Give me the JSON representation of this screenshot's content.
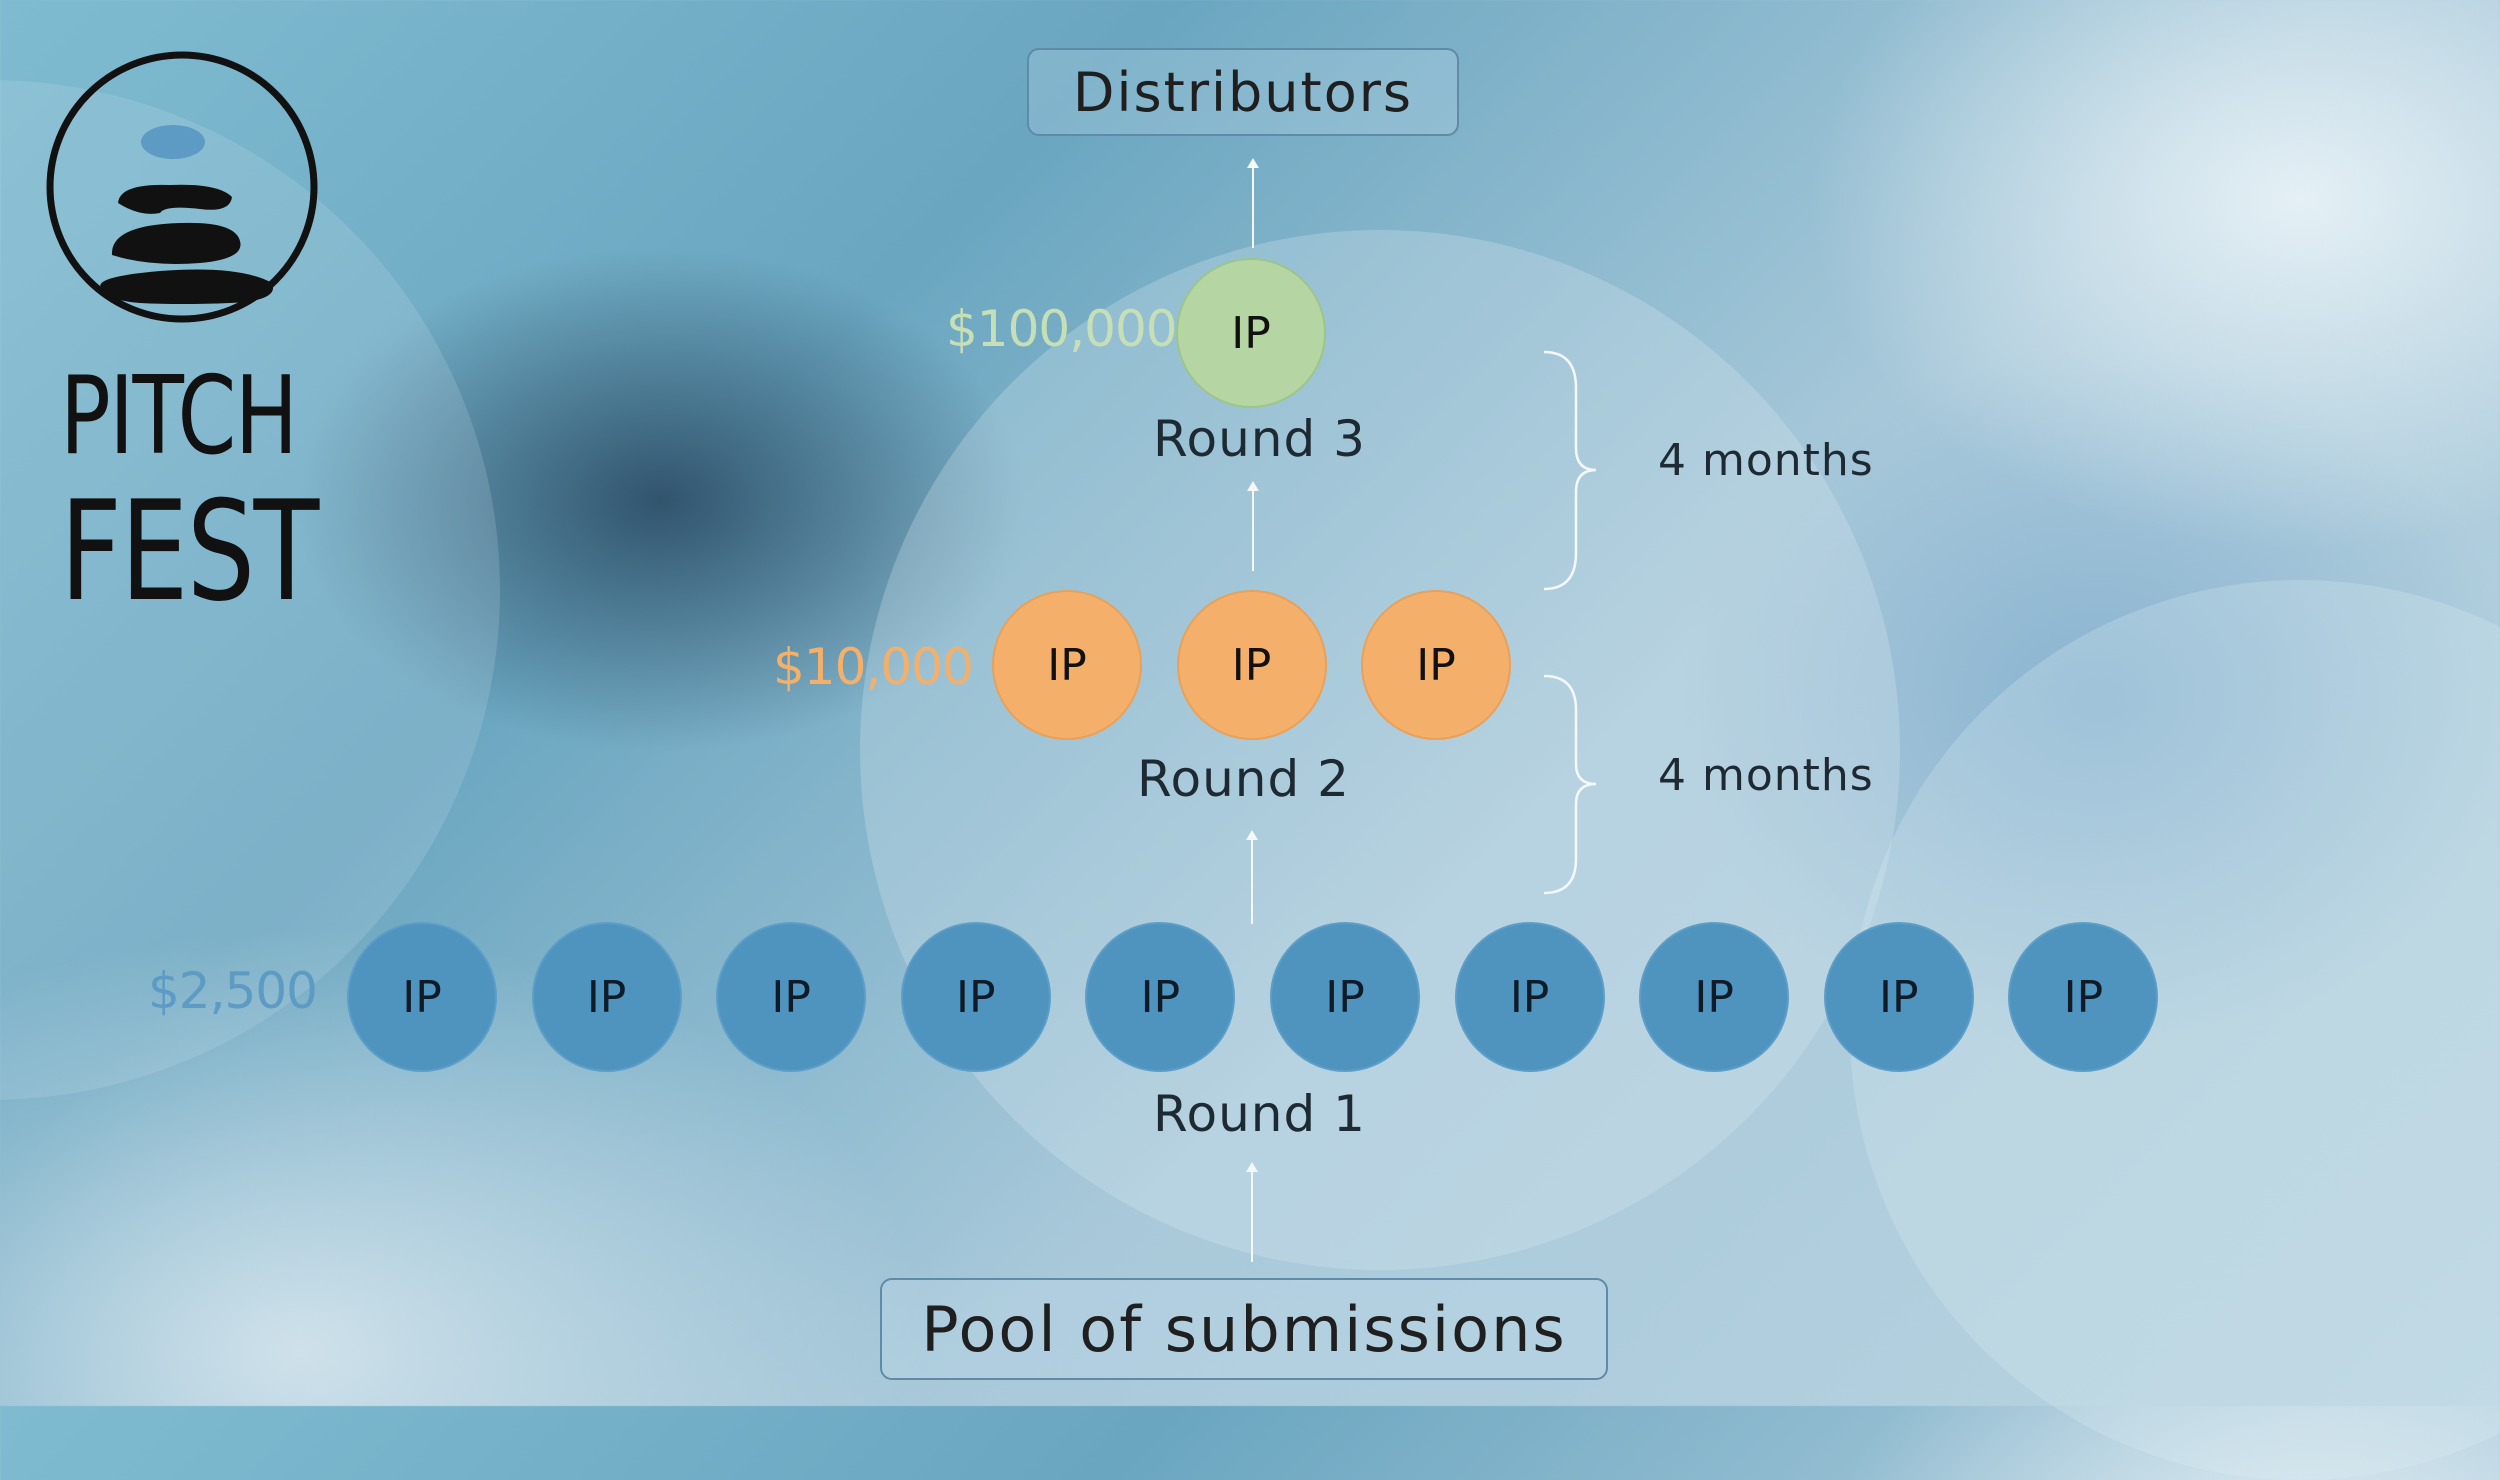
{
  "logo": {
    "line1": "PITCH",
    "line2": "FEST"
  },
  "top_box": "Distributors",
  "bottom_box": "Pool of submissions",
  "rounds": [
    {
      "label": "Round 3",
      "prize": "$100,000",
      "prize_color": "#c7dfb6",
      "count": 1,
      "node_label": "IP",
      "node_color": "#b5d6a3"
    },
    {
      "label": "Round 2",
      "prize": "$10,000",
      "prize_color": "#f4b06a",
      "count": 3,
      "node_label": "IP",
      "node_color": "#f4b06a"
    },
    {
      "label": "Round 1",
      "prize": "$2,500",
      "prize_color": "#5d9ac4",
      "count": 10,
      "node_label": "IP",
      "node_color": "#4f93bf"
    }
  ],
  "durations": [
    "4 months",
    "4 months"
  ],
  "colors": {
    "box_border": "#5f8aa8",
    "arrow": "#f4f8fb",
    "text": "#1e2a33"
  }
}
